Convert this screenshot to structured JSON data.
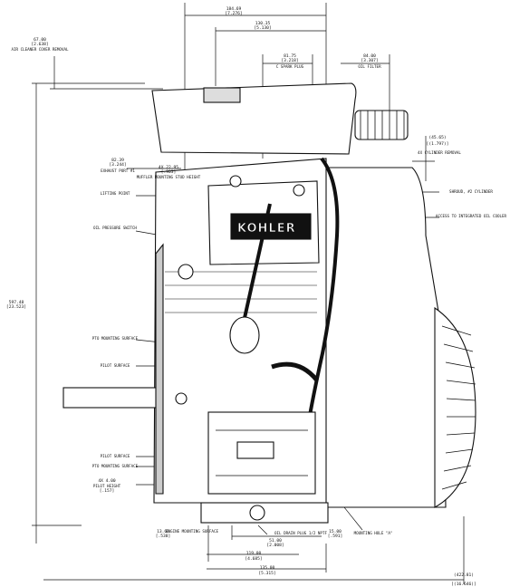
{
  "dimensions": {
    "top_total": {
      "value": "184.69",
      "inch": "[7.276]"
    },
    "top_mid": {
      "value": "130.35",
      "inch": "[5.130]"
    },
    "spark_plug": {
      "value": "81.75",
      "inch": "[3.218]",
      "label": "C SPARK PLUG"
    },
    "oil_filter": {
      "value": "84.00",
      "inch": "[3.307]",
      "label": "OIL FILTER"
    },
    "air_cleaner": {
      "value": "67.00",
      "inch": "[2.638]",
      "label": "AIR CLEANER COVER REMOVAL"
    },
    "cylinder_removal": {
      "value": "(45.65)",
      "inch": "[(1.797)]",
      "label": "4X CYLINDER REMOVAL"
    },
    "exhaust_port": {
      "value": "82.39",
      "inch": "[3.244]",
      "label": "EXHAUST PORT #1"
    },
    "muffler_stud": {
      "value": "4X 22.95",
      "inch": "[.903]",
      "label": "MUFFLER MOUNTING STUD HEIGHT"
    },
    "overall_height": {
      "value": "597.48",
      "inch": "[23.523]"
    },
    "pilot_height": {
      "value": "4X 4.00",
      "inch": "[.157]",
      "label": "PILOT HEIGHT"
    },
    "engine_surface": {
      "value": "13.66",
      "inch": "[.538]",
      "label": "ENGINE MOUNTING SURFACE"
    },
    "bottom_1": {
      "value": "51.00",
      "inch": "[2.008]"
    },
    "bottom_2": {
      "value": "119.00",
      "inch": "[4.685]"
    },
    "bottom_3": {
      "value": "135.00",
      "inch": "[5.315]"
    },
    "mount_hole": {
      "value": "15.00",
      "inch": "[.591]",
      "label": "MOUNTING HOLE \"A\""
    },
    "bottom_total": {
      "value": "(422.81)",
      "inch": "[(16.646)]"
    }
  },
  "labels": {
    "lifting_point": "LIFTING POINT",
    "oil_pressure_switch": "OIL PRESSURE SWITCH",
    "pto_mounting_1": "PTO MOUNTING SURFACE",
    "pilot_surface_1": "PILOT SURFACE",
    "pilot_surface_2": "PILOT SURFACE",
    "pto_mounting_2": "PTO MOUNTING SURFACE",
    "shroud": "SHROUD, #2 CYLINDER",
    "access_oil_cooler": "ACCESS TO INTEGRATED OIL COOLER",
    "oil_drain_plug": "OIL DRAIN PLUG 1/2 NPTF",
    "logo": "KOHLER"
  }
}
